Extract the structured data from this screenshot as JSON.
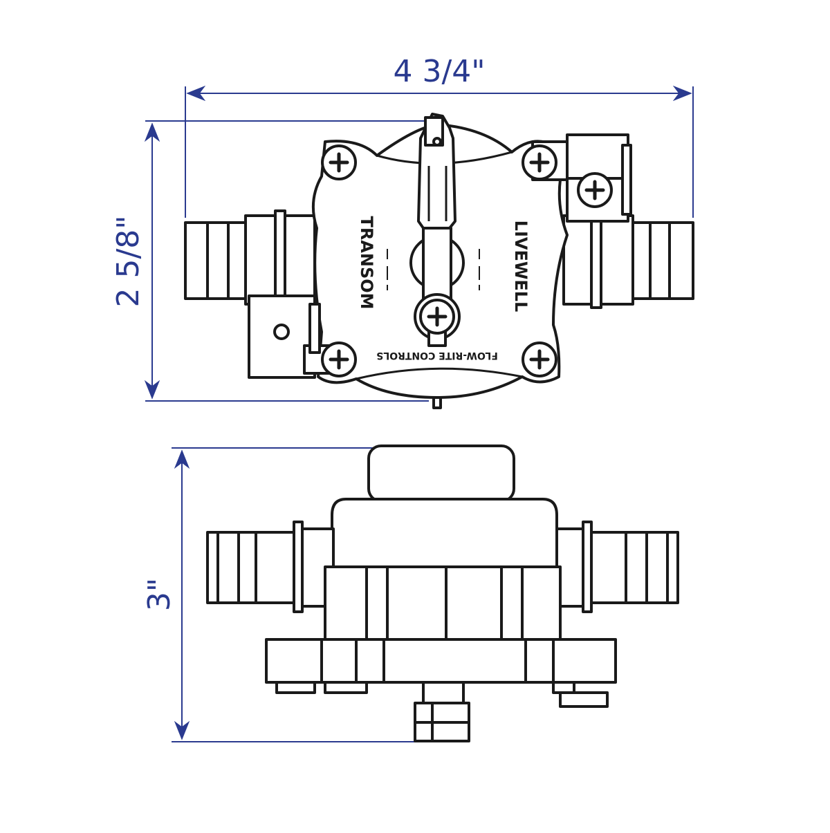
{
  "colors": {
    "dimension": "#2a3a8f",
    "outline": "#1a1a1a",
    "fill": "#ffffff"
  },
  "dimensions": {
    "width": "4 3/4\"",
    "height_top": "2 5/8\"",
    "height_side": "3\""
  },
  "labels": {
    "left": "TRANSOM",
    "right": "LIVEWELL",
    "brand": "FLOW-RITE CONTROLS",
    "left_marks": [
      "—",
      "—",
      "—"
    ],
    "right_marks": [
      "—",
      "—",
      "—"
    ]
  },
  "icons": {
    "screw": "phillips-screw-icon"
  }
}
